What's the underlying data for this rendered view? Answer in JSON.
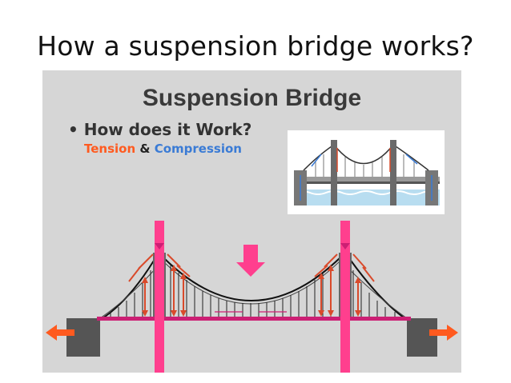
{
  "slide": {
    "title": "How a suspension bridge works?"
  },
  "panel": {
    "heading": "Suspension Bridge",
    "bullet_marker": "•",
    "bullet_text": "How does it Work?",
    "tension_label": "Tension",
    "ampersand": "&",
    "compression_label": "Compression"
  },
  "colors": {
    "tension": "#ff5a1f",
    "compression": "#3a7bd5",
    "tower": "#ff3f8e",
    "deck": "#cc1f74",
    "cable": "#111111",
    "anchor": "#555555",
    "arrow": "#d94a2b"
  }
}
